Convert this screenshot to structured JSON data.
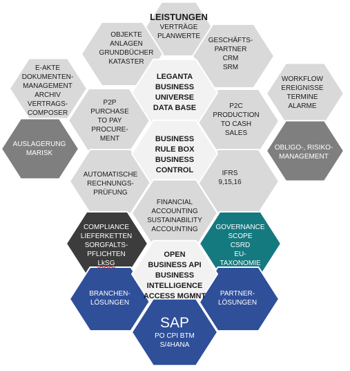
{
  "colors": {
    "light_gray": "#d9d9d9",
    "white_hex": "#f2f2f2",
    "mid_gray": "#7f7f7f",
    "dark_gray": "#3c3c3c",
    "teal": "#157a80",
    "blue": "#2f4f99",
    "stroke": "#ffffff"
  },
  "hexes": {
    "leistungen": {
      "lines": [
        "LEISTUNGEN",
        "VERTRÄGE",
        "PLANWERTE"
      ]
    },
    "objekte": {
      "lines": [
        "OBJEKTE",
        "ANLAGEN",
        "GRUNDBÜCHER",
        "KATASTER"
      ]
    },
    "geschaefts_partner": {
      "lines": [
        "GESCHÄFTS-",
        "PARTNER",
        "CRM",
        "SRM"
      ]
    },
    "e_akte": {
      "lines": [
        "E-AKTE",
        "DOKUMENTEN-",
        "MANAGEMENT",
        "ARCHIV",
        "VERTRAGS-",
        "COMPOSER"
      ]
    },
    "leganta": {
      "lines": [
        "LEGANTA",
        "BUSINESS",
        "UNIVERSE",
        "DATA BASE"
      ]
    },
    "workflow": {
      "lines": [
        "WORKFLOW",
        "EREIGNISSE",
        "TERMINE",
        "ALARME"
      ]
    },
    "p2p": {
      "lines": [
        "P2P",
        "PURCHASE",
        "TO PAY",
        "PROCURE-",
        "MENT"
      ]
    },
    "p2c": {
      "lines": [
        "P2C",
        "PRODUCTION",
        "TO CASH",
        "SALES"
      ]
    },
    "auslagerung": {
      "lines": [
        "AUSLAGERUNG",
        "MARISK"
      ]
    },
    "obligo": {
      "lines": [
        "OBLIGO-, RISIKO-",
        "MANAGEMENT"
      ]
    },
    "rule_box": {
      "lines": [
        "BUSINESS",
        "RULE BOX",
        "BUSINESS",
        "CONTROL"
      ]
    },
    "automatische": {
      "lines": [
        "AUTOMATISCHE",
        "RECHNUNGS-",
        "PRÜFUNG"
      ]
    },
    "ifrs": {
      "lines": [
        "IFRS",
        "9,15,16"
      ]
    },
    "financial": {
      "lines": [
        "FINANCIAL",
        "ACCOUNTING",
        "SUSTAINABILITY",
        "ACCOUNTING"
      ]
    },
    "compliance": {
      "lines": [
        "COMPLIANCE",
        "LIEFERKETTEN",
        "SORGFALTS-",
        "PFLICHTEN",
        "LkSG"
      ]
    },
    "governance": {
      "lines": [
        "GOVERNANCE",
        "SCOPE",
        "CSRD",
        "EU-",
        "TAXONOMIE"
      ]
    },
    "open_api": {
      "lines": [
        "OPEN",
        "BUSINESS API",
        "BUSINESS",
        "INTELLIGENCE",
        "ACCESS MGMNT"
      ]
    },
    "branchen": {
      "lines": [
        "BRANCHEN-",
        "LÖSUNGEN"
      ]
    },
    "partner": {
      "lines": [
        "PARTNER-",
        "LÖSUNGEN"
      ]
    },
    "sap": {
      "lines": [
        "SAP",
        "PO CPI BTM",
        "S/4HANA"
      ]
    }
  }
}
